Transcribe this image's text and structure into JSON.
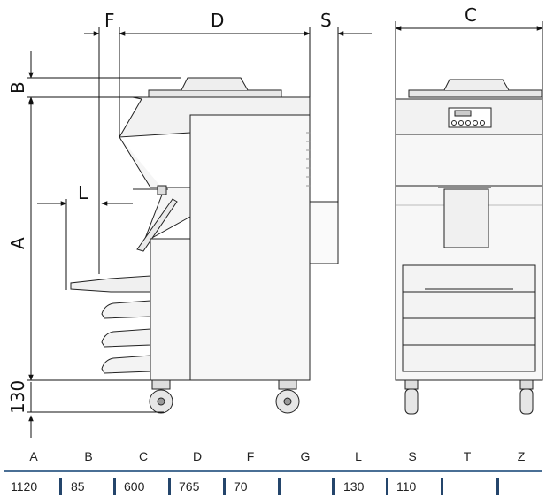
{
  "labels": {
    "F": "F",
    "D": "D",
    "S": "S",
    "C": "C",
    "B": "B",
    "L": "L",
    "A": "A",
    "h130": "130"
  },
  "table": {
    "headers": [
      "A",
      "B",
      "C",
      "D",
      "F",
      "G",
      "L",
      "S",
      "T",
      "Z"
    ],
    "values": [
      "1120",
      "85",
      "600",
      "765",
      "70",
      "",
      "130",
      "110",
      "",
      ""
    ]
  }
}
